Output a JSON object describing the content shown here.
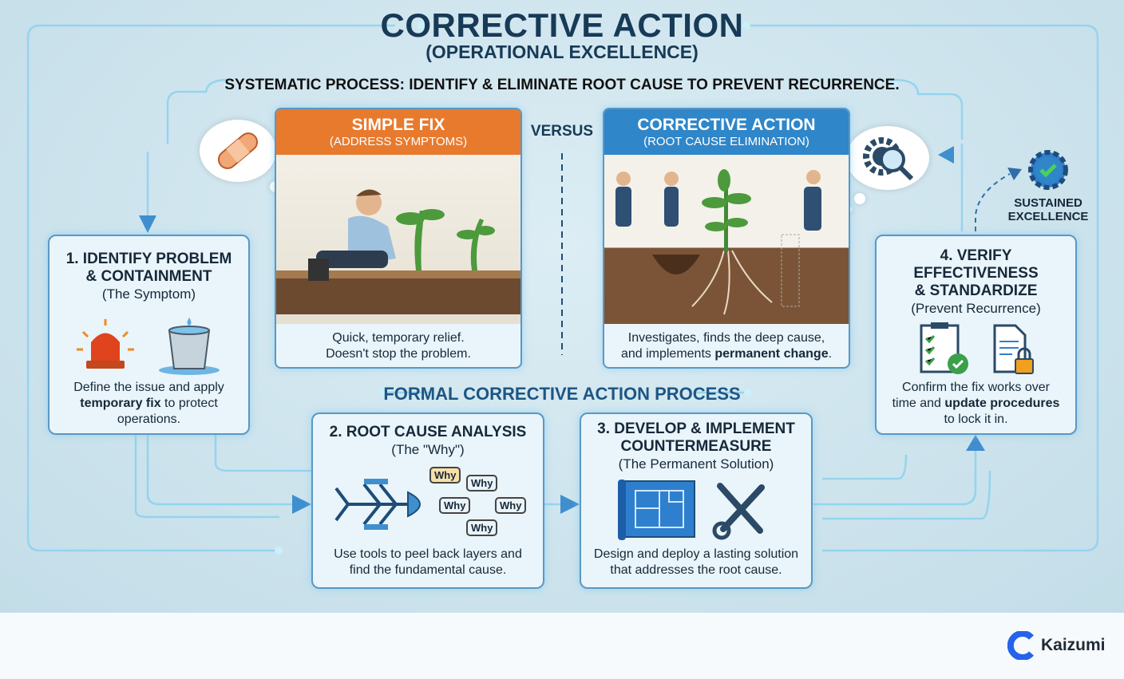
{
  "header": {
    "title": "CORRECTIVE ACTION",
    "subtitle": "(OPERATIONAL EXCELLENCE)",
    "tagline": "SYSTEMATIC PROCESS: IDENTIFY & ELIMINATE ROOT CAUSE TO PREVENT RECURRENCE."
  },
  "comparison": {
    "versus": "VERSUS",
    "simple_fix": {
      "title": "SIMPLE FIX",
      "subtitle": "(ADDRESS SYMPTOMS)",
      "caption_line1": "Quick, temporary relief.",
      "caption_line2": "Doesn't stop the problem.",
      "color": "#e87a2e"
    },
    "corrective_action": {
      "title": "CORRECTIVE ACTION",
      "subtitle": "(ROOT CAUSE ELIMINATION)",
      "caption_line1": "Investigates, finds the deep cause,",
      "caption_line2_pre": "and implements ",
      "caption_line2_bold": "permanent change",
      "caption_line2_post": ".",
      "color": "#2f86c8"
    }
  },
  "process_title": "FORMAL CORRECTIVE ACTION PROCESS",
  "steps": [
    {
      "title_line1": "1. IDENTIFY PROBLEM",
      "title_line2": "& CONTAINMENT",
      "sub": "(The Symptom)",
      "desc_line1": "Define the issue and apply",
      "desc_bold": "temporary fix",
      "desc_rest": " to protect",
      "desc_line3": "operations."
    },
    {
      "title_line1": "2. ROOT CAUSE ANALYSIS",
      "sub": "(The \"Why\")",
      "desc_line1": "Use tools to peel back layers and",
      "desc_line2": "find the fundamental cause.",
      "why_labels": [
        "Why",
        "Why",
        "Why",
        "Why",
        "Why"
      ]
    },
    {
      "title_line1": "3. DEVELOP & IMPLEMENT",
      "title_line2": "COUNTERMEASURE",
      "sub": "(The Permanent Solution)",
      "desc_line1": "Design and deploy a lasting solution",
      "desc_line2": "that addresses the root cause."
    },
    {
      "title_line1": "4. VERIFY",
      "title_line2": "EFFECTIVENESS",
      "title_line3": "& STANDARDIZE",
      "sub": "(Prevent Recurrence)",
      "desc_line1": "Confirm the fix works over",
      "desc_pre": "time and ",
      "desc_bold": "update procedures",
      "desc_line3": "to lock it in."
    }
  ],
  "sustained": {
    "line1": "SUSTAINED",
    "line2": "EXCELLENCE"
  },
  "brand": {
    "name": "Kaizumi",
    "color": "#2563eb"
  }
}
